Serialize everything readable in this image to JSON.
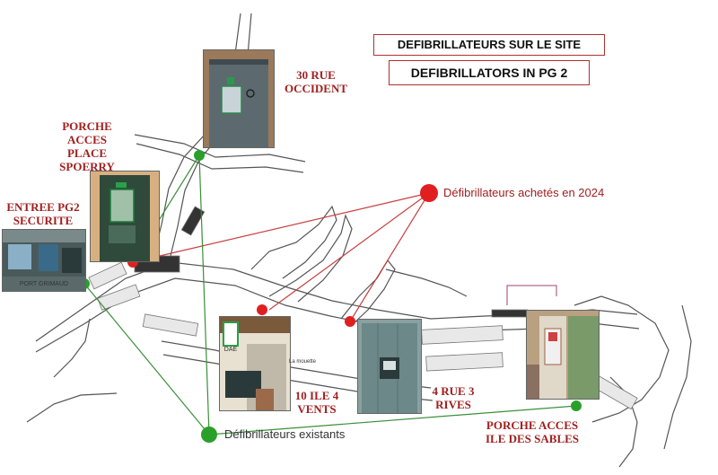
{
  "titles": {
    "french": "DEFIBRILLATEURS SUR LE SITE",
    "english": "DEFIBRILLATORS IN PG 2"
  },
  "locations": [
    {
      "id": "rue-occident",
      "label": "30 RUE\nOCCIDENT",
      "status": "existing"
    },
    {
      "id": "porche-place-spoerry",
      "label": "PORCHE\nACCES\nPLACE\nSPOERRY",
      "status": "existing"
    },
    {
      "id": "entree-pg2-securite",
      "label": "ENTREE PG2\nSECURITE",
      "status": "existing"
    },
    {
      "id": "ile-4-vents",
      "label": "10 ILE 4\nVENTS",
      "status": "purchased-2024"
    },
    {
      "id": "rue-3-rives",
      "label": "4 RUE 3\nRIVES",
      "status": "purchased-2024"
    },
    {
      "id": "porche-ile-sables",
      "label": "PORCHE ACCES\nILE DES SABLES",
      "status": "existing"
    }
  ],
  "legend": {
    "purchased": "Défibrillateurs achetés en 2024",
    "existing": "Défibrillateurs existants"
  },
  "photo_text": {
    "dae_sign": "DAE",
    "small_sign": "La mouette",
    "map_tag": "PORT GRIMAUD"
  },
  "colors": {
    "existing": "#2aa02a",
    "purchased": "#e02020",
    "existing_line": "#3a8f3a",
    "purchased_line": "#c84040",
    "label": "#a02020"
  }
}
